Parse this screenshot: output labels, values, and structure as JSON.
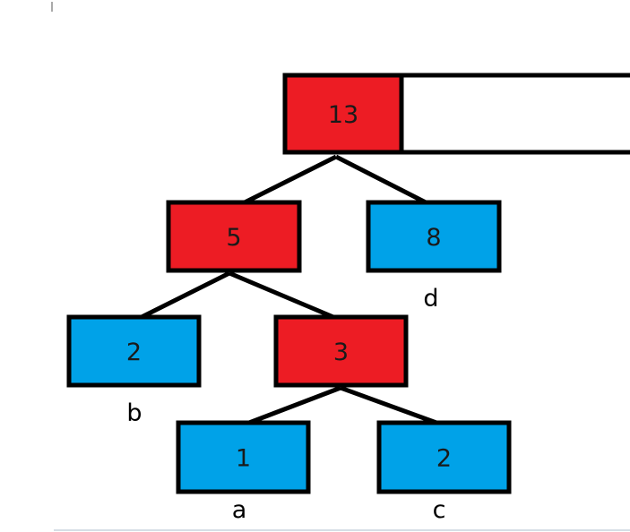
{
  "colors": {
    "internal_fill": "#ED1C24",
    "leaf_fill": "#00A2E8",
    "stroke": "#000000",
    "background": "#FFFFFF"
  },
  "root_extension_fill": "#FFFFFF",
  "nodes": [
    {
      "id": "root",
      "value": "13",
      "kind": "internal"
    },
    {
      "id": "n5",
      "value": "5",
      "kind": "internal"
    },
    {
      "id": "n8",
      "value": "8",
      "kind": "leaf",
      "label": "d"
    },
    {
      "id": "n2b",
      "value": "2",
      "kind": "leaf",
      "label": "b"
    },
    {
      "id": "n3",
      "value": "3",
      "kind": "internal"
    },
    {
      "id": "n1",
      "value": "1",
      "kind": "leaf",
      "label": "a"
    },
    {
      "id": "n2c",
      "value": "2",
      "kind": "leaf",
      "label": "c"
    }
  ],
  "edges": [
    [
      "root",
      "n5"
    ],
    [
      "root",
      "n8"
    ],
    [
      "n5",
      "n2b"
    ],
    [
      "n5",
      "n3"
    ],
    [
      "n3",
      "n1"
    ],
    [
      "n3",
      "n2c"
    ]
  ]
}
